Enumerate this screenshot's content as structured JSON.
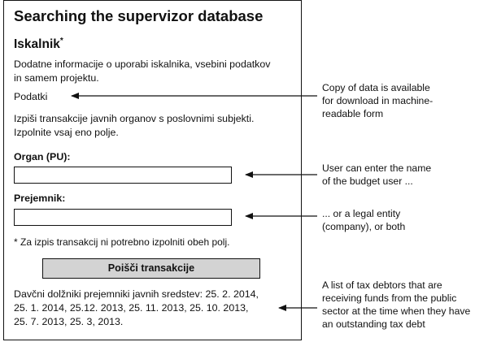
{
  "form": {
    "title": "Searching the supervizor database",
    "heading": "Iskalnik",
    "heading_mark": "*",
    "intro_line1": "Dodatne informacije o uporabi iskalnika, vsebini podatkov",
    "intro_line2": "in samem projektu.",
    "data_link": "Podatki",
    "instr_line1": "Izpiši transakcije javnih organov s poslovnimi subjekti.",
    "instr_line2": "Izpolnite vsaj eno polje.",
    "organ_label": "Organ (PU):",
    "organ_value": "",
    "recipient_label": "Prejemnik:",
    "recipient_value": "",
    "footnote": "* Za izpis transakcij ni potrebno izpolniti obeh polj.",
    "search_button": "Poišči transakcije",
    "debtors_line1": "Davčni dolžniki prejemniki javnih sredstev: 25. 2. 2014,",
    "debtors_line2": "25. 1. 2014, 25.12. 2013, 25. 11. 2013, 25. 10. 2013,",
    "debtors_line3": "25.  7. 2013, 25. 3, 2013."
  },
  "annotations": {
    "download_line1": "Copy of data is available",
    "download_line2": "for download in machine-",
    "download_line3": "readable form",
    "organ_line1": "User can enter the name",
    "organ_line2": "of the budget user ...",
    "recipient_line1": "... or a legal entity",
    "recipient_line2": "(company), or both",
    "debtors_line1": "A list of tax debtors that are",
    "debtors_line2": "receiving funds from the public",
    "debtors_line3": "sector at the time when they have",
    "debtors_line4": "an outstanding tax debt"
  }
}
